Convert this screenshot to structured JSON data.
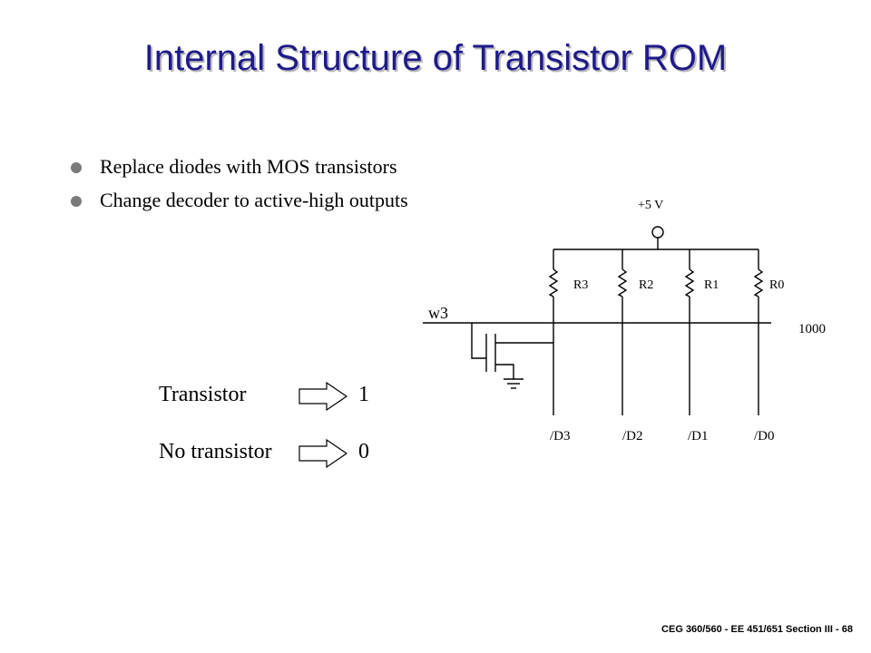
{
  "slide": {
    "title": "Internal Structure of Transistor ROM",
    "bullets": [
      "Replace diodes with MOS transistors",
      "Change decoder to active-high outputs"
    ],
    "footer": "CEG 360/560 - EE 451/651  Section III - 68"
  },
  "circuit": {
    "supply_label": "+5 V",
    "resistors": [
      "R3",
      "R2",
      "R1",
      "R0"
    ],
    "wordline_label": "w3",
    "pattern_label": "1000",
    "outputs": [
      "/D3",
      "/D2",
      "/D1",
      "/D0"
    ]
  },
  "legend": {
    "transistor_label": "Transistor",
    "transistor_value": "1",
    "no_transistor_label": "No transistor",
    "no_transistor_value": "0"
  }
}
